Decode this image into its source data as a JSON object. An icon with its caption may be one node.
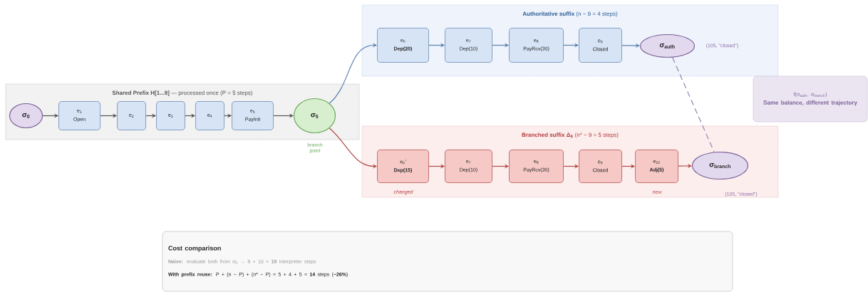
{
  "diagram": {
    "nodes": [
      {
        "text": [
          "**Shared Prefix H[1...9]** — processed once (P = 5 steps)"
        ]
      },
      {
        "text": [
          "σ$_{0}$"
        ],
        "in": 0
      },
      {
        "text": [
          "e$_{1}$",
          "Open"
        ],
        "in": 0
      },
      {
        "text": [
          "e$_{2}$"
        ],
        "in": 0
      },
      {
        "text": [
          "e$_{3}$"
        ],
        "in": 0
      },
      {
        "text": [
          "e$_{4}$"
        ],
        "in": 0
      },
      {
        "text": [
          "e$_{5}$",
          "PayInit"
        ],
        "in": 0
      },
      {
        "text": [
          "σ$_{5}$"
        ],
        "in": 0,
        "beside": [
          "branch point"
        ]
      },
      {
        "text": [
          "**Authoritative suffix** (n − 9 = 4 steps)"
        ]
      },
      {
        "text": [
          "e$_{6}$",
          "**Dep(20)**"
        ],
        "in": 8
      },
      {
        "text": [
          "e$_{7}$",
          "Dep(10)"
        ],
        "in": 8
      },
      {
        "text": [
          "e$_{8}$",
          "PayRcv(30)"
        ],
        "in": 8
      },
      {
        "text": [
          "e$_{9}$",
          "Closed"
        ],
        "in": 8
      },
      {
        "text": [
          "σ$_{auth}$"
        ],
        "in": 8,
        "beside": [
          "(105, \"closed\")"
        ]
      },
      {
        "text": [
          "**Branched suffix Δ$_{9}$** (n* − 9 = 5 steps)"
        ]
      },
      {
        "text": [
          "e$_{6}$'",
          "**Dep(15)**"
        ],
        "in": 14,
        "beside": [
          "changed"
        ]
      },
      {
        "text": [
          "e$_{7}$",
          "Dep(10)"
        ],
        "in": 14
      },
      {
        "text": [
          "e$_{8}$",
          "PayRcv(30)"
        ],
        "in": 14
      },
      {
        "text": [
          "e$_{9}$",
          "Closed"
        ],
        "in": 14
      },
      {
        "text": [
          "e$_{10}$",
          "**Adj(5)**"
        ],
        "in": 14,
        "beside": [
          "new"
        ]
      },
      {
        "text": [
          "σ$_{branch}$"
        ],
        "in": 14,
        "beside": [
          "(105, \"closed\")"
        ]
      },
      {
        "text": [
          "f(σ$_{auth}$, σ$_{branch}$)",
          "Same balance, different trajectory"
        ]
      },
      {
        "text": [
          "Cost comparison",
          "**Naive:** evaluate both from σ$_{0}$ → 9 + 10 = **19** interpreter steps",
          "**With prefix reuse:** P + (n − P) + (n* − P) = 5 + 4 + 5 = **14** steps (**−26%**)"
        ]
      }
    ],
    "edges": [
      {
        "from": 1,
        "to": 2,
        "arrow": "to",
        "color": "#555555"
      },
      {
        "from": 2,
        "to": 3,
        "arrow": "to",
        "color": "#555555"
      },
      {
        "from": 3,
        "to": 4,
        "arrow": "to",
        "color": "#555555"
      },
      {
        "from": 4,
        "to": 5,
        "arrow": "to",
        "color": "#555555"
      },
      {
        "from": 5,
        "to": 6,
        "arrow": "to",
        "color": "#555555"
      },
      {
        "from": 6,
        "to": 7,
        "arrow": "to",
        "color": "#555555"
      },
      {
        "from": 7,
        "to": 9,
        "arrow": "to",
        "color": "#5b82b0"
      },
      {
        "from": 7,
        "to": 15,
        "arrow": "to",
        "color": "#b24a46"
      },
      {
        "from": 9,
        "to": 10,
        "arrow": "to",
        "color": "#5b82b0"
      },
      {
        "from": 10,
        "to": 11,
        "arrow": "to",
        "color": "#5b82b0"
      },
      {
        "from": 11,
        "to": 12,
        "arrow": "to",
        "color": "#5b82b0"
      },
      {
        "from": 12,
        "to": 13,
        "arrow": "to",
        "color": "#5b82b0"
      },
      {
        "from": 15,
        "to": 16,
        "arrow": "to",
        "color": "#b24a46"
      },
      {
        "from": 16,
        "to": 17,
        "arrow": "to",
        "color": "#b24a46"
      },
      {
        "from": 17,
        "to": 18,
        "arrow": "to",
        "color": "#b24a46"
      },
      {
        "from": 18,
        "to": 19,
        "arrow": "to",
        "color": "#b24a46"
      },
      {
        "from": 19,
        "to": 20,
        "arrow": "to",
        "color": "#b24a46"
      },
      {
        "from": 13,
        "to": 20,
        "arrow": "none",
        "style": "dashed",
        "color": "#9a7fb0"
      }
    ]
  }
}
